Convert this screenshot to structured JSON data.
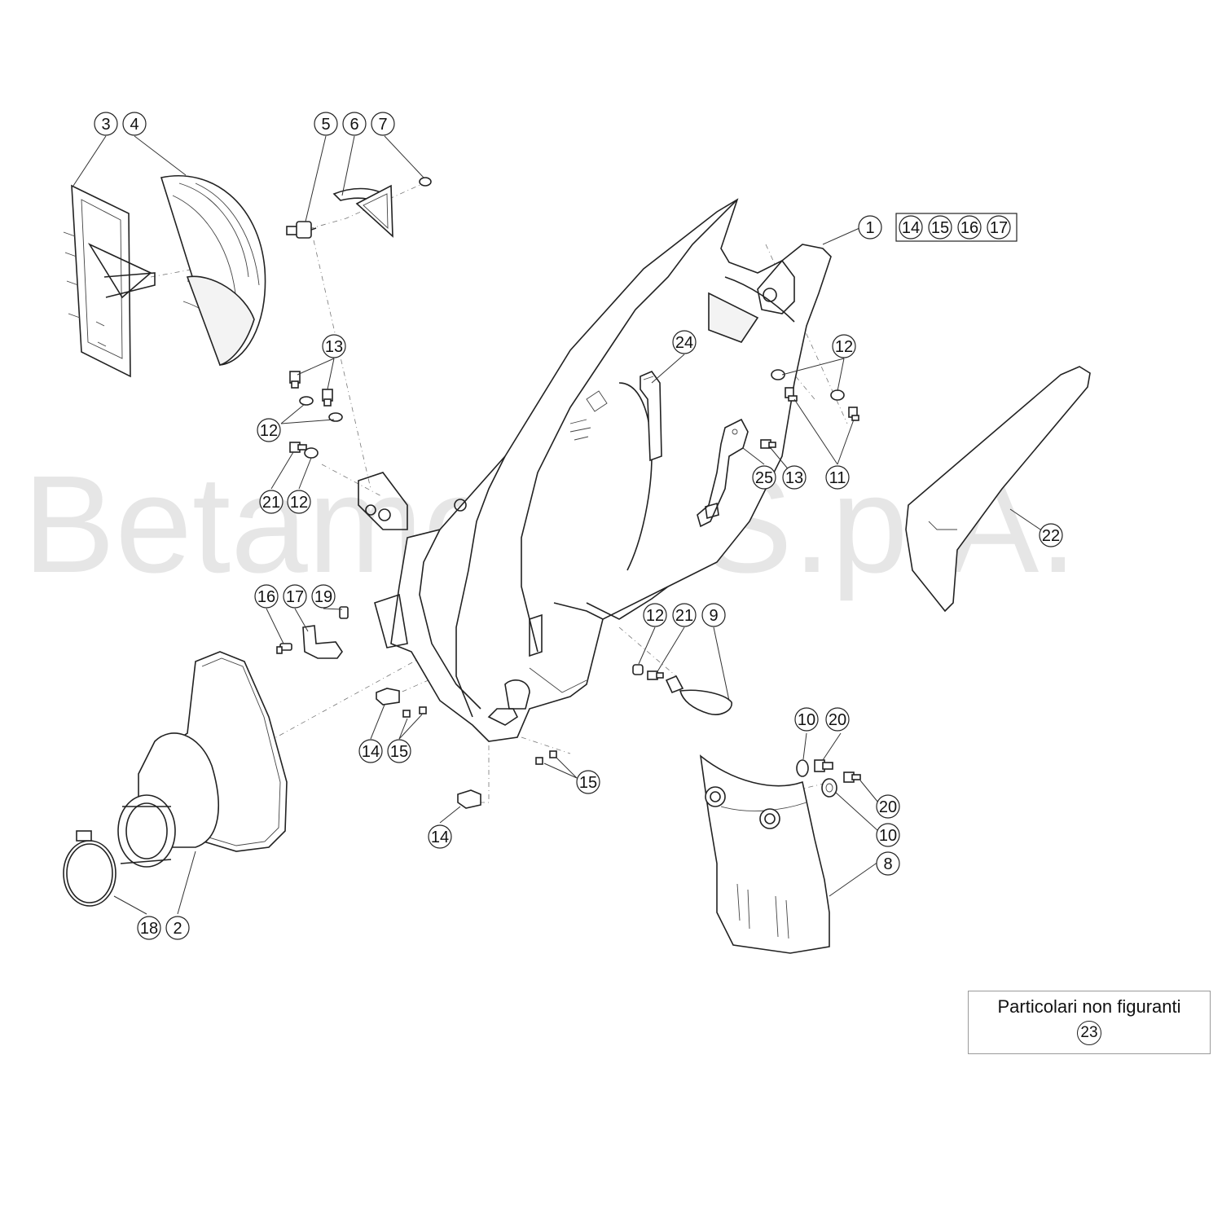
{
  "watermark": "Betamotor S.p.A.",
  "note": {
    "text": "Particolari non figuranti",
    "number": "23"
  },
  "callouts": {
    "c3": "3",
    "c4": "4",
    "c5": "5",
    "c6": "6",
    "c7": "7",
    "c1": "1",
    "g14": "14",
    "g15": "15",
    "g16": "16",
    "g17": "17",
    "c13a": "13",
    "c12a": "12",
    "c21a": "21",
    "c12b": "12",
    "c24": "24",
    "c12c": "12",
    "c25": "25",
    "c13b": "13",
    "c11": "11",
    "c22": "22",
    "c16": "16",
    "c17": "17",
    "c19": "19",
    "c12d": "12",
    "c21b": "21",
    "c9": "9",
    "c14a": "14",
    "c15a": "15",
    "c15b": "15",
    "c14b": "14",
    "c10a": "10",
    "c20a": "20",
    "c20b": "20",
    "c10b": "10",
    "c8": "8",
    "c18": "18",
    "c2": "2"
  }
}
